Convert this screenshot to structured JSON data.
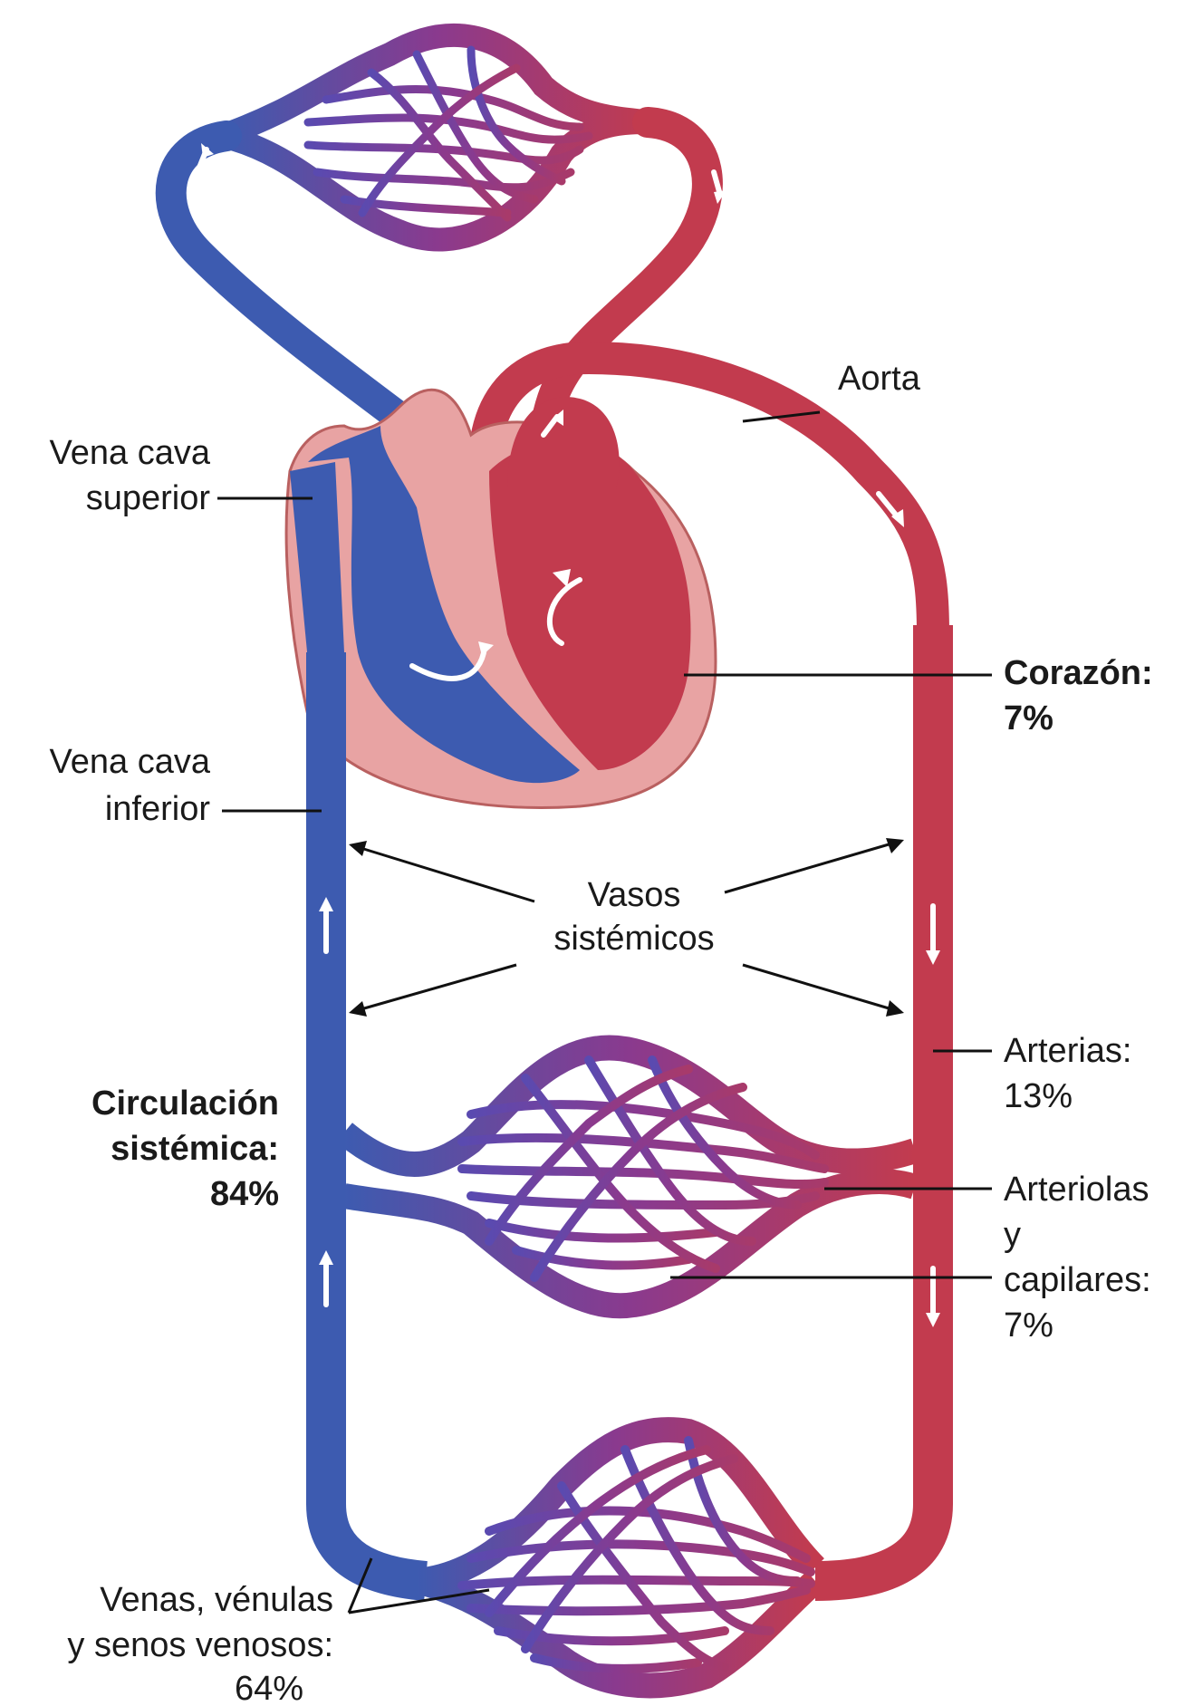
{
  "labels": {
    "aorta": "Aorta",
    "vena_cava_superior": [
      "Vena cava",
      "superior"
    ],
    "vena_cava_inferior": [
      "Vena cava",
      "inferior"
    ],
    "corazon": [
      "Corazón:",
      "7%"
    ],
    "vasos_sistemicos": [
      "Vasos",
      "sistémicos"
    ],
    "arterias": [
      "Arterias:",
      "13%"
    ],
    "arteriolas_capilares": [
      "Arteriolas",
      "y",
      "capilares:",
      "7%"
    ],
    "circulacion_sistemica": [
      "Circulación",
      "sistémica:",
      "84%"
    ],
    "venas": [
      "Venas, vénulas",
      "y senos venosos:",
      "64%"
    ]
  },
  "colors": {
    "venous": "#3d5bb0",
    "arterial": "#c23b4e",
    "capillary": "#8a3a8e",
    "heart_wall": "#e8a3a3",
    "heart_wall_edge": "#b96060"
  }
}
